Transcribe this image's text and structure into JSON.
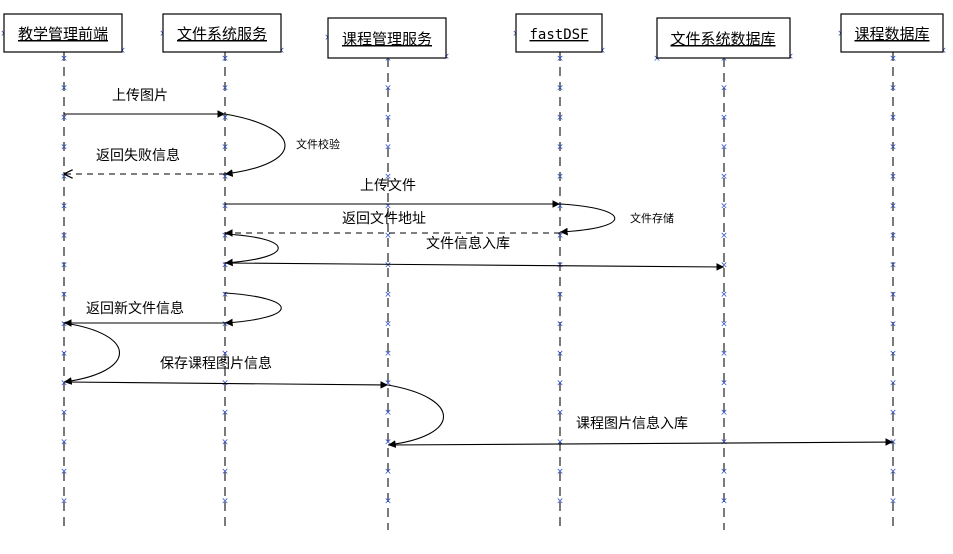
{
  "actors": [
    {
      "id": "frontend",
      "label": "教学管理前端"
    },
    {
      "id": "filesvc",
      "label": "文件系统服务"
    },
    {
      "id": "coursesvc",
      "label": "课程管理服务"
    },
    {
      "id": "fastdsf",
      "label": "fastDSF"
    },
    {
      "id": "filedb",
      "label": "文件系统数据库"
    },
    {
      "id": "coursedb",
      "label": "课程数据库"
    }
  ],
  "messages": [
    {
      "id": "upload-image",
      "label": "上传图片",
      "from": "frontend",
      "to": "filesvc",
      "style": "solid"
    },
    {
      "id": "file-check",
      "label": "文件校验",
      "from": "filesvc",
      "to": "filesvc",
      "style": "self"
    },
    {
      "id": "return-failure",
      "label": "返回失败信息",
      "from": "filesvc",
      "to": "frontend",
      "style": "dashed"
    },
    {
      "id": "upload-file",
      "label": "上传文件",
      "from": "filesvc",
      "to": "fastdsf",
      "style": "solid"
    },
    {
      "id": "file-storage",
      "label": "文件存储",
      "from": "fastdsf",
      "to": "fastdsf",
      "style": "self"
    },
    {
      "id": "return-address",
      "label": "返回文件地址",
      "from": "fastdsf",
      "to": "filesvc",
      "style": "dashed"
    },
    {
      "id": "file-info-db",
      "label": "文件信息入库",
      "from": "filesvc",
      "to": "filedb",
      "style": "solid"
    },
    {
      "id": "return-new-info",
      "label": "返回新文件信息",
      "from": "filesvc",
      "to": "frontend",
      "style": "solid"
    },
    {
      "id": "save-course-image",
      "label": "保存课程图片信息",
      "from": "frontend",
      "to": "coursesvc",
      "style": "solid"
    },
    {
      "id": "course-image-db",
      "label": "课程图片信息入库",
      "from": "coursesvc",
      "to": "coursedb",
      "style": "solid"
    }
  ]
}
